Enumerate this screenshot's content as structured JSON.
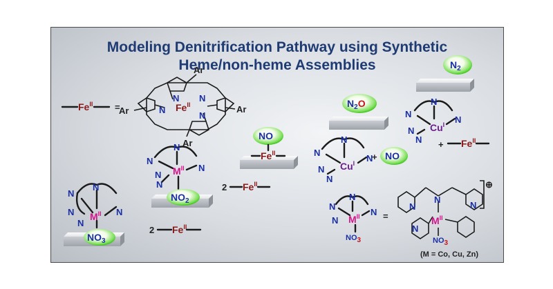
{
  "title": {
    "line1": "Modeling Denitrification Pathway using Synthetic",
    "line2": "Heme/non-heme Assemblies"
  },
  "labels": {
    "fe": "Fe",
    "ii": "II",
    "i": "I",
    "m": "M",
    "cu": "Cu",
    "n": "N",
    "ar": "Ar",
    "equals": "=",
    "plus": "+",
    "two": "2",
    "no": "NO",
    "no2_main": "NO",
    "no2_sub": "2",
    "no3_main": "NO",
    "no3_sub": "3",
    "n2o_n": "N",
    "n2o_sub": "2",
    "n2o_o": "O",
    "n2_n": "N",
    "n2_sub": "2",
    "charge": "⊕",
    "metals_note": "(M = Co, Cu, Zn)"
  },
  "colors": {
    "title": "#1f3b73",
    "nitrogen": "#1a2fa3",
    "metal_m": "#d4148a",
    "iron": "#8b1a1a",
    "copper": "#6b1f8f",
    "oxygen": "#c8141e",
    "bubble": "#4cd12a"
  }
}
